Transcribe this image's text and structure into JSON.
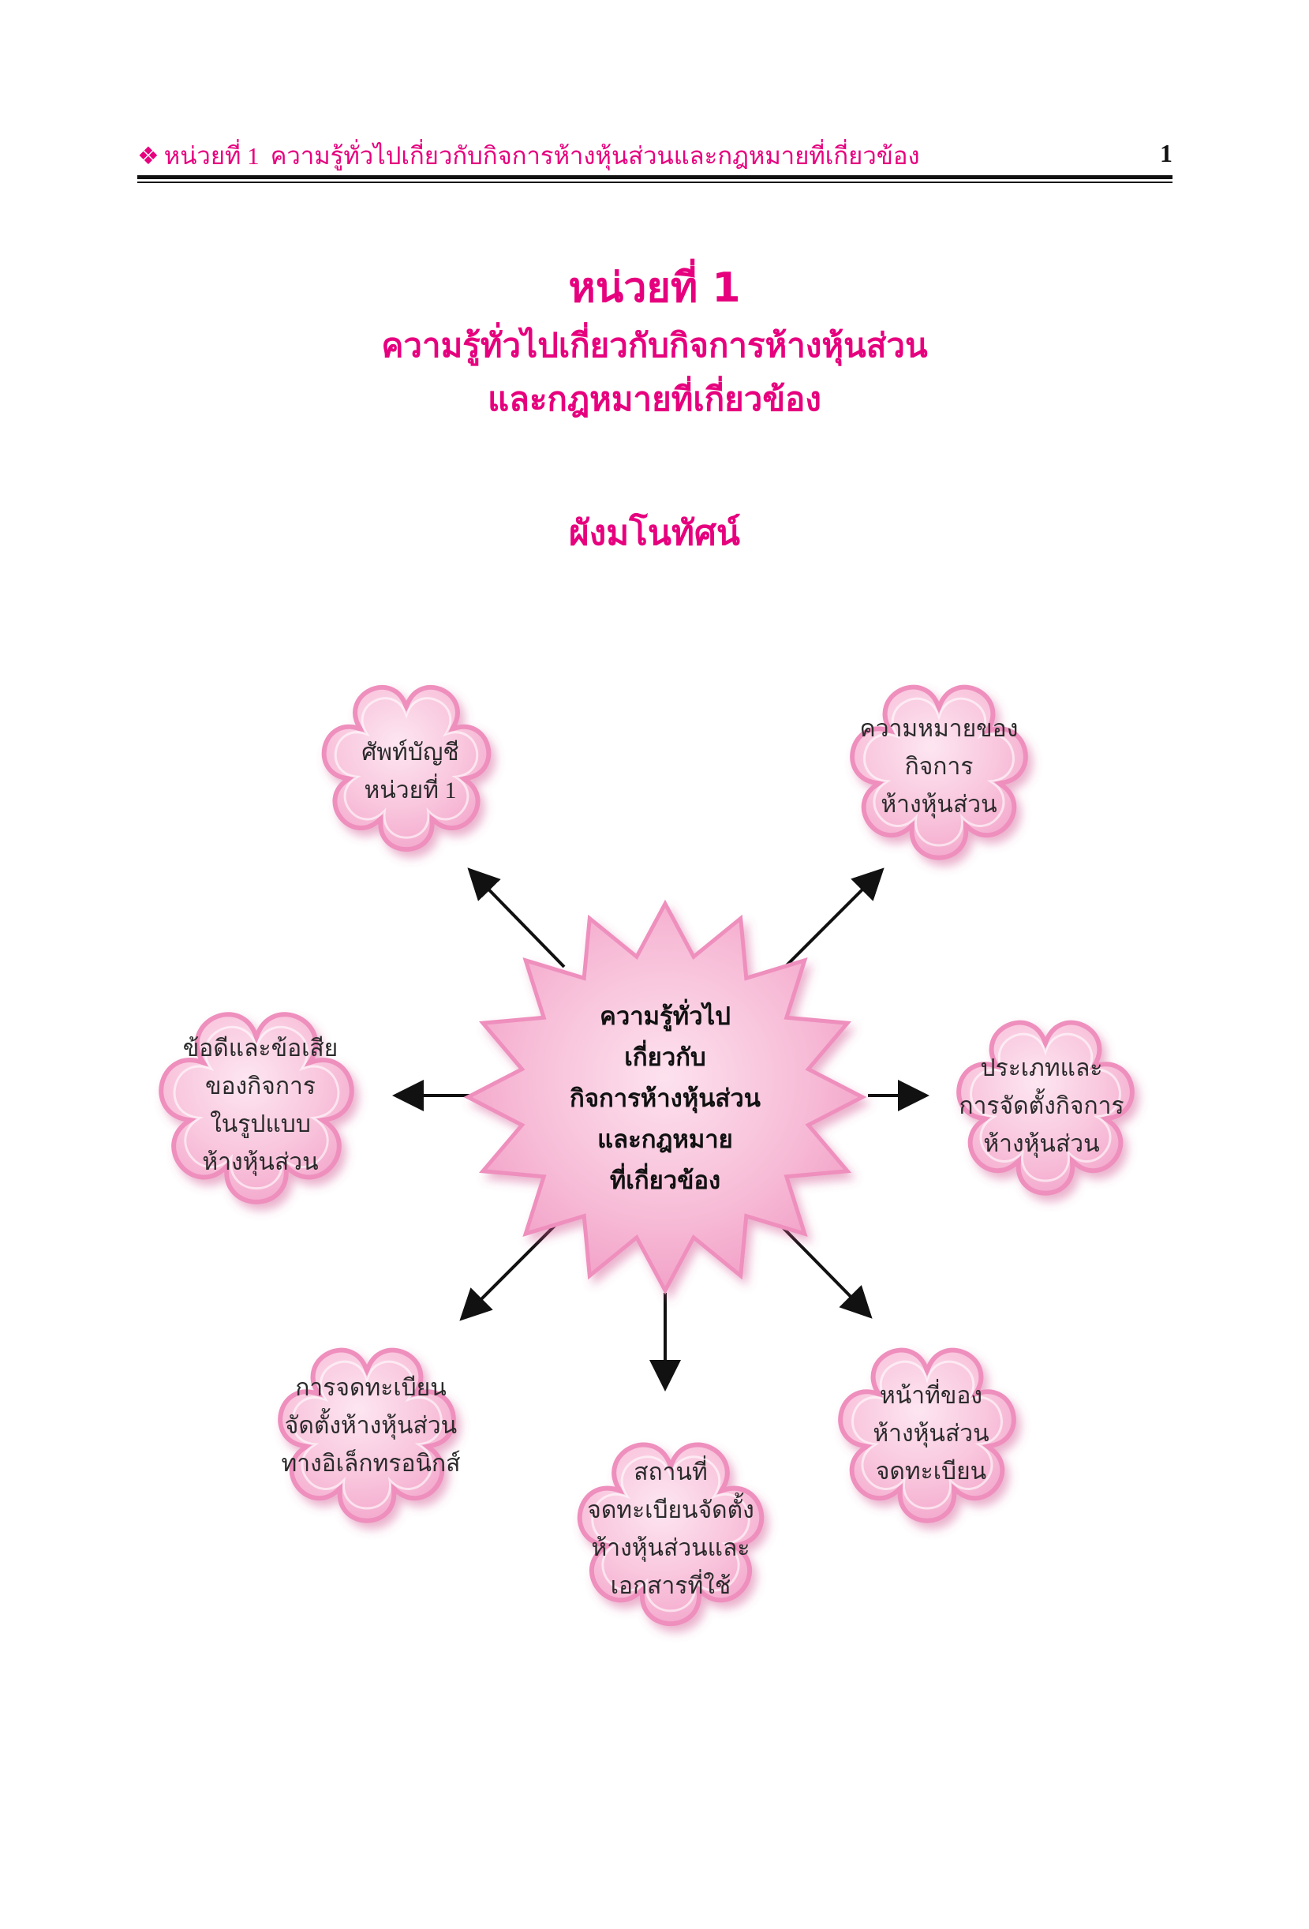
{
  "header": {
    "unit": "หน่วยที่ 1",
    "title": "ความรู้ทั่วไปเกี่ยวกับกิจการห้างหุ้นส่วนและกฎหมายที่เกี่ยวข้อง",
    "page_number": "1"
  },
  "unit_title": "หน่วยที่ 1",
  "chapter_title": [
    "ความรู้ทั่วไปเกี่ยวกับกิจการห้างหุ้นส่วน",
    "และกฎหมายที่เกี่ยวข้อง"
  ],
  "concept_heading": "ผังมโนทัศน์",
  "colors": {
    "accent": "#e6007e",
    "bubble_fill": "#f9c7de",
    "bubble_edge": "#ee8fbd"
  },
  "center": {
    "lines": [
      "ความรู้ทั่วไป",
      "เกี่ยวกับ",
      "กิจการห้างหุ้นส่วน",
      "และกฎหมาย",
      "ที่เกี่ยวข้อง"
    ]
  },
  "bubbles": [
    {
      "id": "accounting-terms",
      "lines": [
        "ศัพท์บัญชี",
        "หน่วยที่ 1"
      ]
    },
    {
      "id": "meaning",
      "lines": [
        "ความหมายของ",
        "กิจการ",
        "ห้างหุ้นส่วน"
      ]
    },
    {
      "id": "pros-cons",
      "lines": [
        "ข้อดีและข้อเสีย",
        "ของกิจการ",
        "ในรูปแบบ",
        "ห้างหุ้นส่วน"
      ]
    },
    {
      "id": "types",
      "lines": [
        "ประเภทและ",
        "การจัดตั้งกิจการ",
        "ห้างหุ้นส่วน"
      ]
    },
    {
      "id": "e-registration",
      "lines": [
        "การจดทะเบียน",
        "จัดตั้งห้างหุ้นส่วน",
        "ทางอิเล็กทรอนิกส์"
      ]
    },
    {
      "id": "registration-place",
      "lines": [
        "สถานที่",
        "จดทะเบียนจัดตั้ง",
        "ห้างหุ้นส่วนและ",
        "เอกสารที่ใช้"
      ]
    },
    {
      "id": "duties",
      "lines": [
        "หน้าที่ของ",
        "ห้างหุ้นส่วน",
        "จดทะเบียน"
      ]
    }
  ]
}
